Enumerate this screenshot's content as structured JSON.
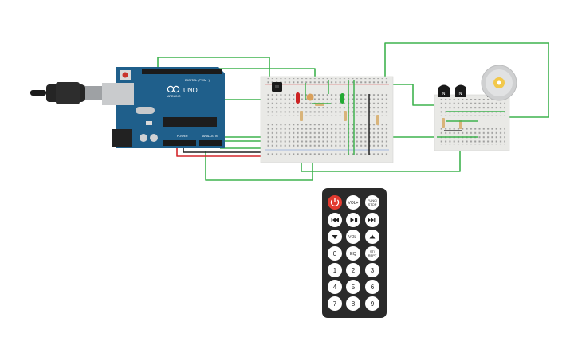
{
  "arduino": {
    "brand_label": "ARDUINO",
    "model_label": "UNO",
    "digital_header": "DIGITAL (PWM~)",
    "power_header": "POWER",
    "analog_header": "ANALOG IN"
  },
  "transistors": {
    "q1_label": "N",
    "q2_label": "N"
  },
  "remote": {
    "rows": [
      [
        "power",
        "VOL+",
        "FUNC/STOP"
      ],
      [
        "prev",
        "play-pause",
        "next"
      ],
      [
        "down",
        "VOL-",
        "up"
      ],
      [
        "0",
        "EQ",
        "ST/REPT"
      ],
      [
        "1",
        "2",
        "3"
      ],
      [
        "4",
        "5",
        "6"
      ],
      [
        "7",
        "8",
        "9"
      ]
    ],
    "labels": {
      "vol_up": "VOL+",
      "func_1": "FUNC/",
      "func_2": "STOP",
      "vol_down": "VOL-",
      "b0": "0",
      "eq": "EQ",
      "st_1": "ST/",
      "st_2": "REPT",
      "b1": "1",
      "b2": "2",
      "b3": "3",
      "b4": "4",
      "b5": "5",
      "b6": "6",
      "b7": "7",
      "b8": "8",
      "b9": "9"
    }
  },
  "colors": {
    "wire_green": "#3fb34f",
    "wire_red": "#d4262b",
    "wire_black": "#222222",
    "arduino_blue": "#1f5f8b",
    "breadboard": "#e9e9e6",
    "remote_body": "#2a2a2a",
    "remote_power": "#e23a2f",
    "led_red": "#cc2222",
    "led_green": "#22aa33",
    "resistor": "#d9b47a"
  }
}
